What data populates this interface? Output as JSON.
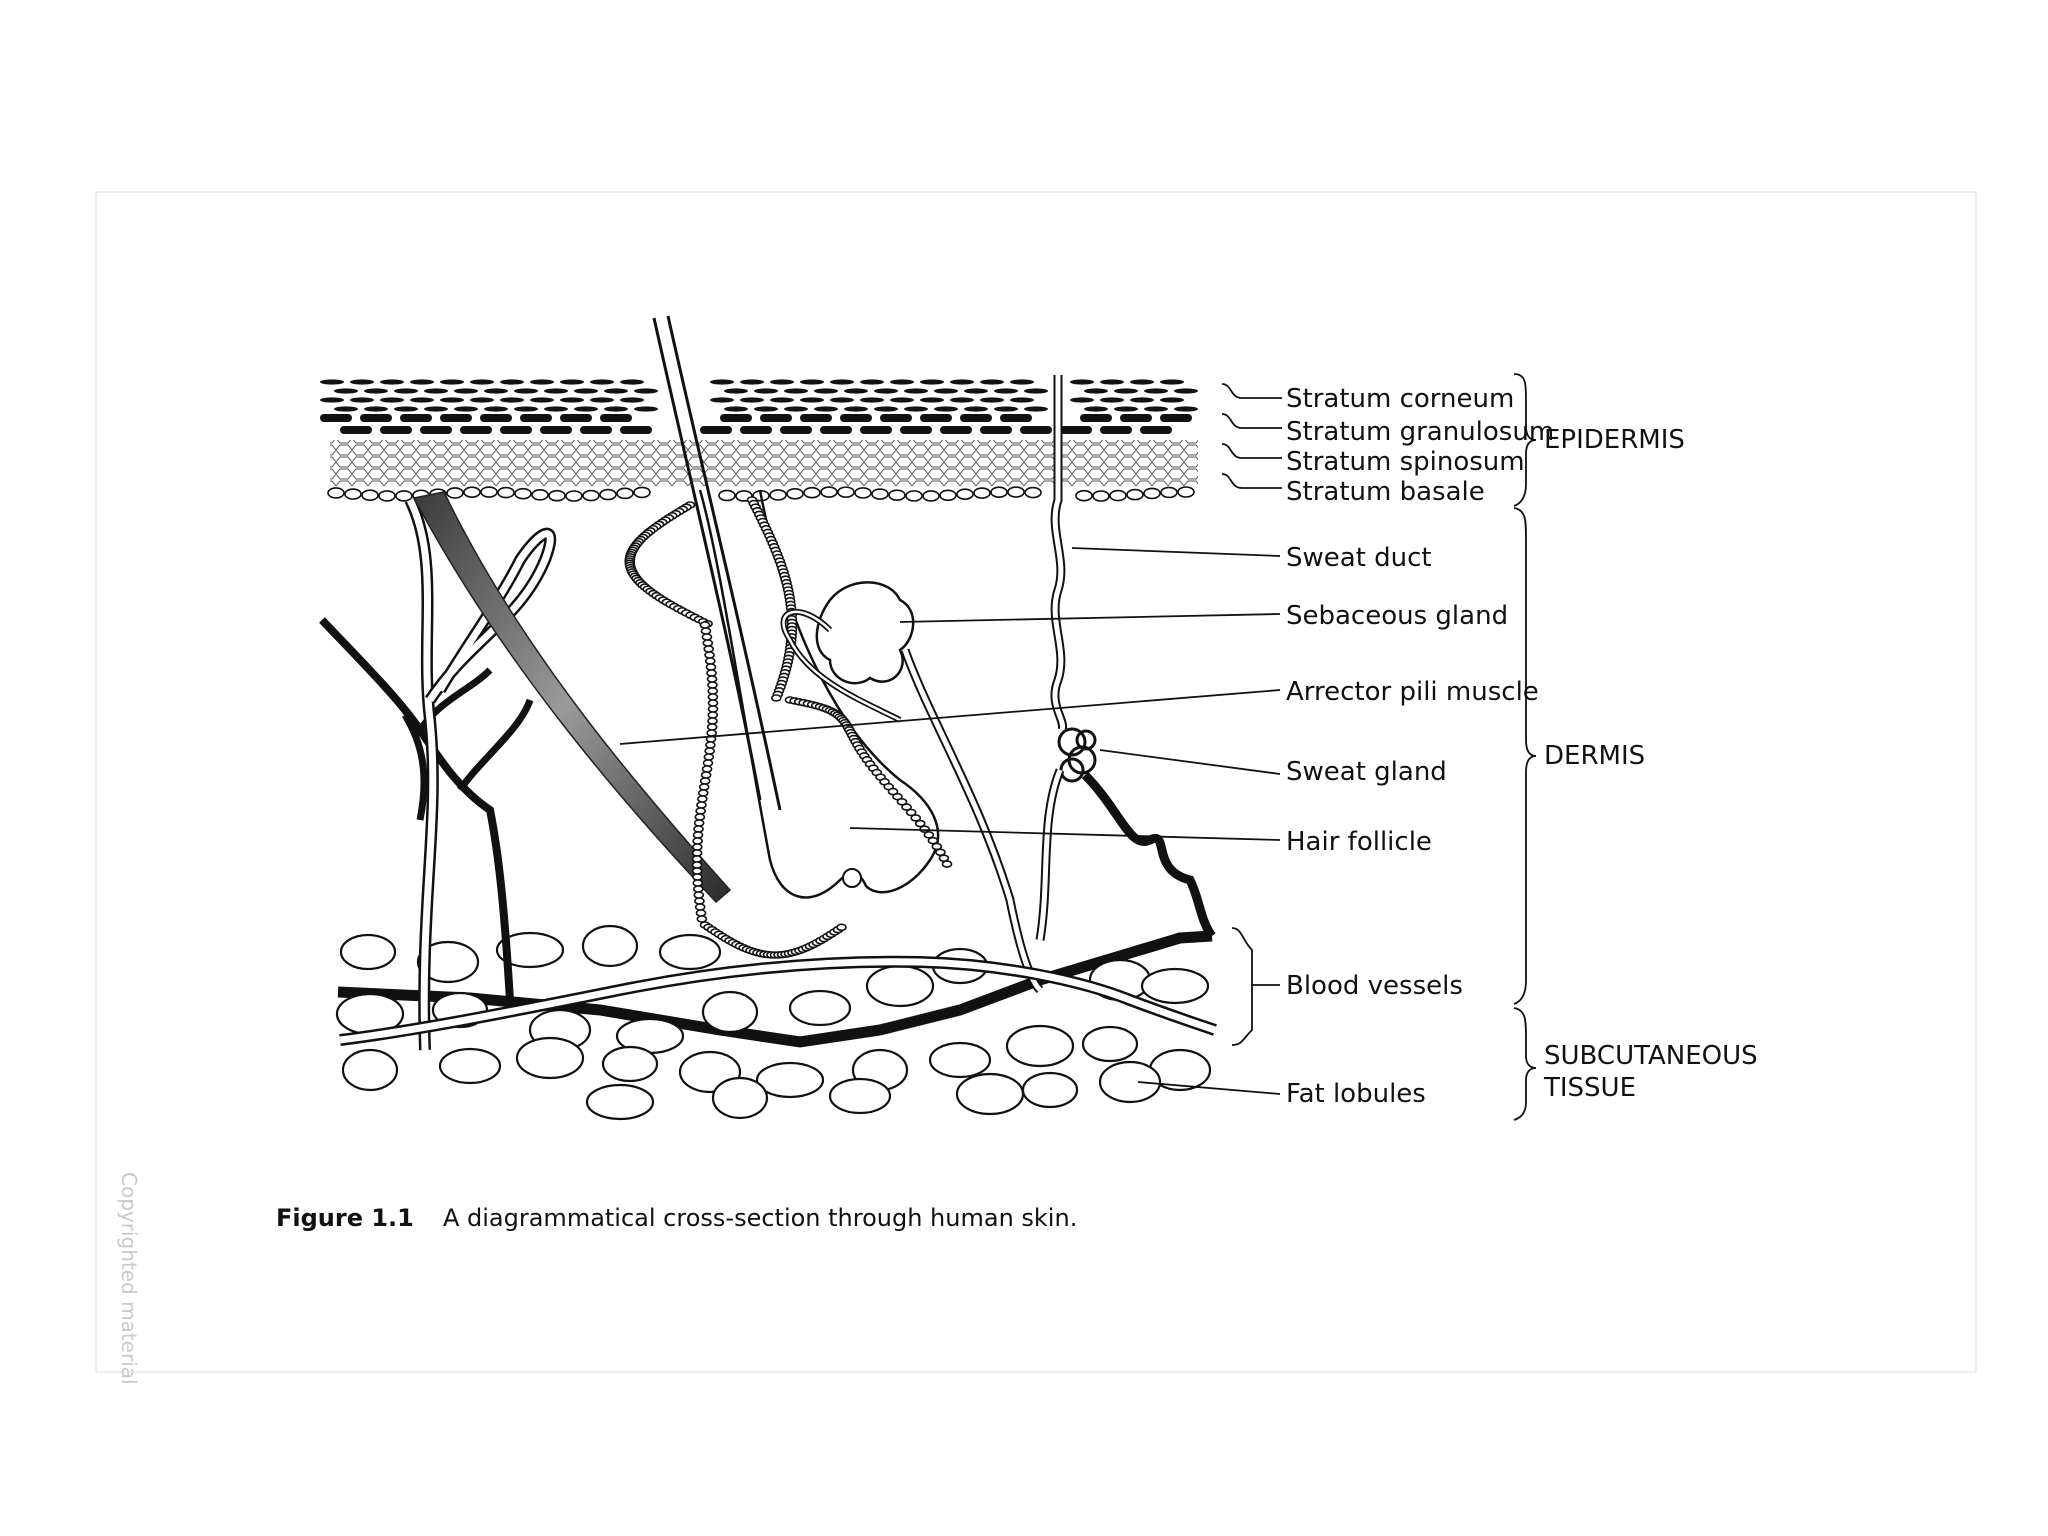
{
  "labels": {
    "stratum_corneum": "Stratum corneum",
    "stratum_granulosum": "Stratum granulosum",
    "stratum_spinosum": "Stratum spinosum",
    "stratum_basale": "Stratum basale",
    "sweat_duct": "Sweat duct",
    "sebaceous_gland": "Sebaceous gland",
    "arrector_pili_muscle": "Arrector pili muscle",
    "sweat_gland": "Sweat gland",
    "hair_follicle": "Hair follicle",
    "blood_vessels": "Blood vessels",
    "fat_lobules": "Fat lobules"
  },
  "groups": {
    "epidermis": "EPIDERMIS",
    "dermis": "DERMIS",
    "subcutaneous_line1": "SUBCUTANEOUS",
    "subcutaneous_line2": "TISSUE"
  },
  "caption": {
    "number": "Figure 1.1",
    "text": "A diagrammatical cross-section through human skin."
  },
  "watermark": "Copyrighted material",
  "colors": {
    "ink": "#111111",
    "muscle": "#6e6e6e",
    "page_border": "#eeeeee"
  }
}
